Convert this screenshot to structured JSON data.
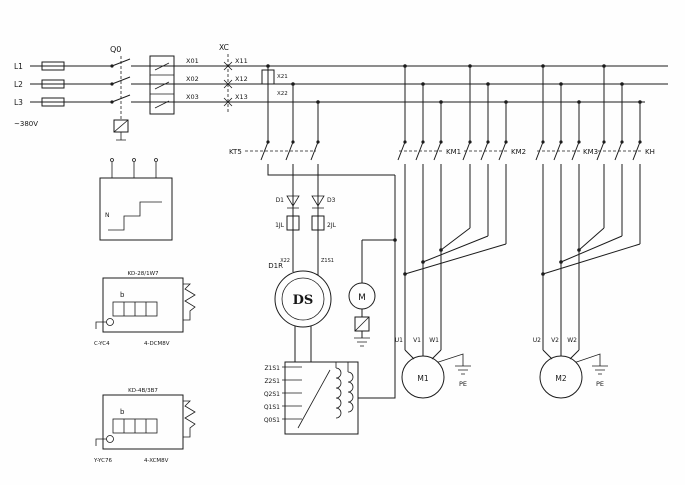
{
  "diagram": {
    "phases": [
      "L1",
      "L2",
      "L3"
    ],
    "voltage": "~380V",
    "breaker_q0": "Q0",
    "terminals": {
      "x01": "X01",
      "x02": "X02",
      "x03": "X03",
      "xc": "XC",
      "x11": "X11",
      "x12": "X12",
      "x13": "X13",
      "x21": "X21",
      "x22": "X22"
    },
    "control": {
      "kt": "KT5",
      "d1": "D1",
      "d3": "D3",
      "jl1": "1JL",
      "jl2": "2JL",
      "d1r": "D1R",
      "ds": "DS",
      "ds_wire_left": "X22",
      "ds_wire_right": "Z1S1",
      "pump": "M"
    },
    "taps": [
      "Z1S1",
      "Z2S1",
      "Q2S1",
      "Q1S1",
      "Q0S1"
    ],
    "contactors": {
      "km1": "KM1",
      "km2": "KM2",
      "km3": "KM3",
      "kh": "KH"
    },
    "motor1": {
      "name": "M1",
      "u": "U1",
      "v": "V1",
      "w": "W1",
      "pe": "PE"
    },
    "motor2": {
      "name": "M2",
      "u": "U2",
      "v": "V2",
      "w": "W2",
      "pe": "PE"
    },
    "devices": {
      "switch_box": {
        "n": "N"
      },
      "rectifier1": {
        "title": "KD-28/1W7",
        "b": "b",
        "bottom_left": "C-YC4",
        "bottom_right": "4-DCM8V"
      },
      "rectifier2": {
        "title": "KD-4B/3B7",
        "b": "b",
        "bottom_left": "Y-YC76",
        "bottom_right": "4-XCM8V"
      }
    }
  }
}
